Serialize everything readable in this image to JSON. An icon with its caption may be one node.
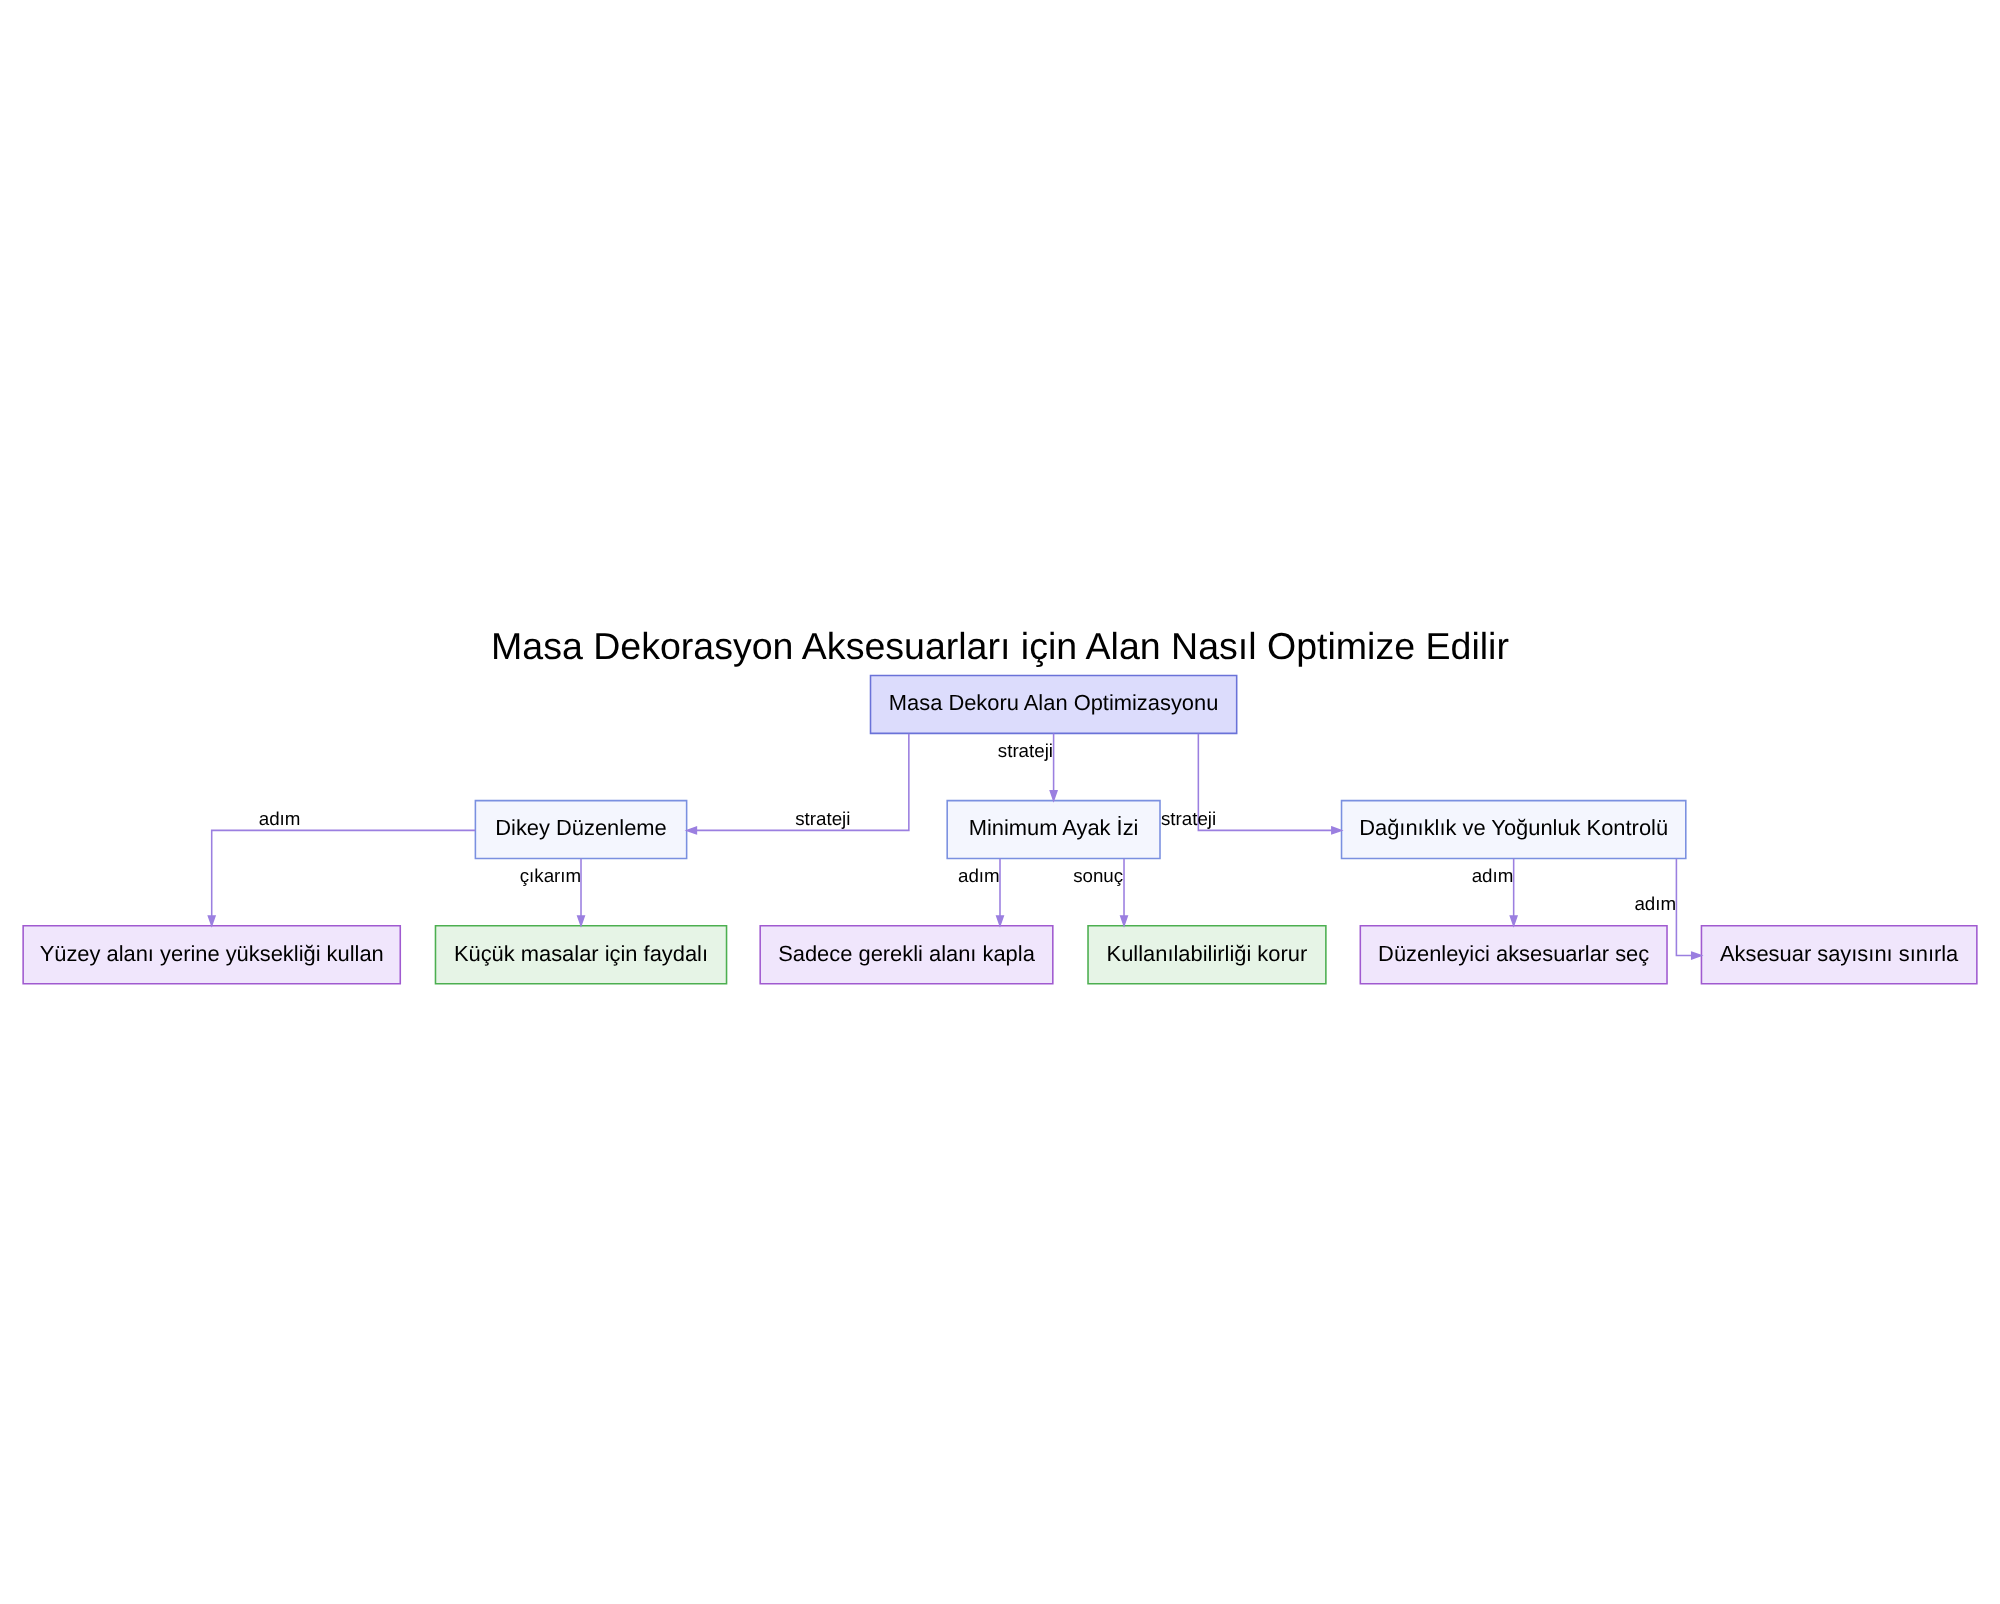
{
  "diagram": {
    "title": "Masa Dekorasyon Aksesuarları için Alan Nasıl Optimize Edilir",
    "nodes": [
      {
        "text": [
          "Masa Dekoru Alan Optimizasyonu"
        ]
      },
      {
        "text": [
          "Dikey Düzenleme"
        ]
      },
      {
        "text": [
          "Minimum Ayak İzi"
        ]
      },
      {
        "text": [
          "Dağınıklık ve Yoğunluk Kontrolü"
        ]
      },
      {
        "text": [
          "Yüzey alanı yerine yüksekliği kullan"
        ]
      },
      {
        "text": [
          "Küçük masalar için faydalı"
        ]
      },
      {
        "text": [
          "Sadece gerekli alanı kapla"
        ]
      },
      {
        "text": [
          "Kullanılabilirliği korur"
        ]
      },
      {
        "text": [
          "Düzenleyici aksesuarlar seç"
        ]
      },
      {
        "text": [
          "Aksesuar sayısını sınırla"
        ]
      }
    ],
    "edges": [
      {
        "from": 0,
        "to": 1,
        "arrow": "to",
        "label": "strateji"
      },
      {
        "from": 0,
        "to": 2,
        "arrow": "to",
        "label": "strateji"
      },
      {
        "from": 0,
        "to": 3,
        "arrow": "to",
        "label": "strateji"
      },
      {
        "from": 1,
        "to": 4,
        "arrow": "to",
        "label": "adım"
      },
      {
        "from": 1,
        "to": 5,
        "arrow": "to",
        "label": "çıkarım"
      },
      {
        "from": 2,
        "to": 6,
        "arrow": "to",
        "label": "adım"
      },
      {
        "from": 2,
        "to": 7,
        "arrow": "to",
        "label": "sonuç"
      },
      {
        "from": 3,
        "to": 8,
        "arrow": "to",
        "label": "adım"
      },
      {
        "from": 3,
        "to": 9,
        "arrow": "to",
        "label": "adım"
      }
    ]
  }
}
